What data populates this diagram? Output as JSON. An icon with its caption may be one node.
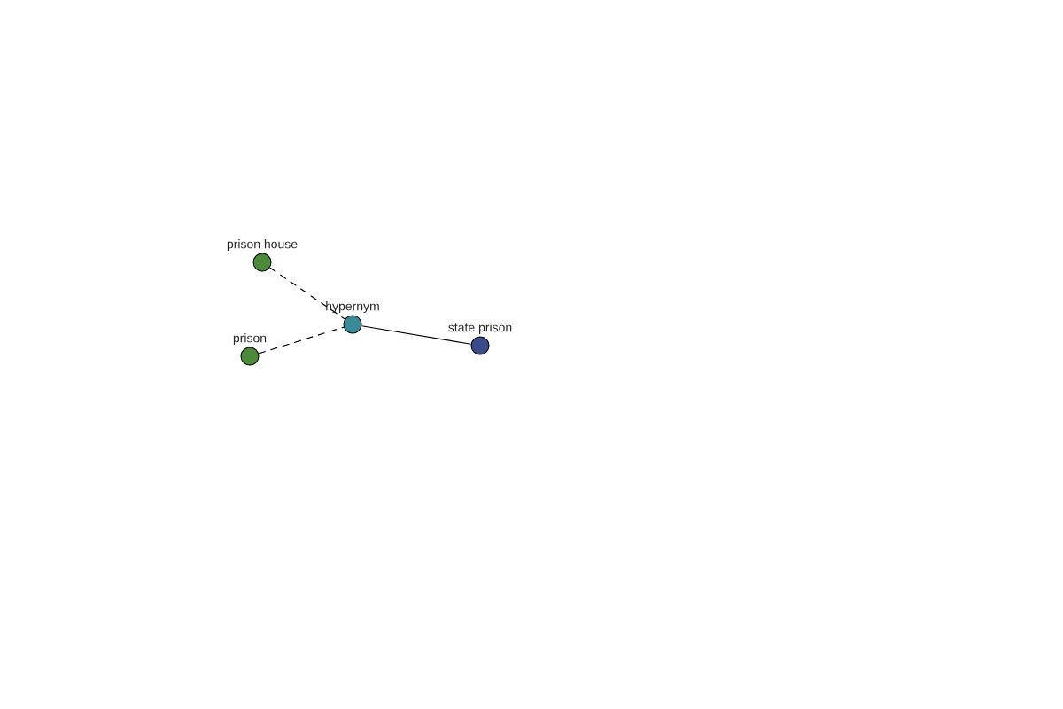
{
  "diagram": {
    "nodes": [
      {
        "text": [
          "prison house"
        ]
      },
      {
        "text": [
          "prison"
        ]
      },
      {
        "text": [
          "hypernym"
        ]
      },
      {
        "text": [
          "state prison"
        ]
      }
    ],
    "edges": [
      {
        "from": 0,
        "to": 2,
        "arrow": "none",
        "style": "dashed"
      },
      {
        "from": 1,
        "to": 2,
        "arrow": "none",
        "style": "dashed"
      },
      {
        "from": 2,
        "to": 3,
        "arrow": "none"
      }
    ]
  }
}
